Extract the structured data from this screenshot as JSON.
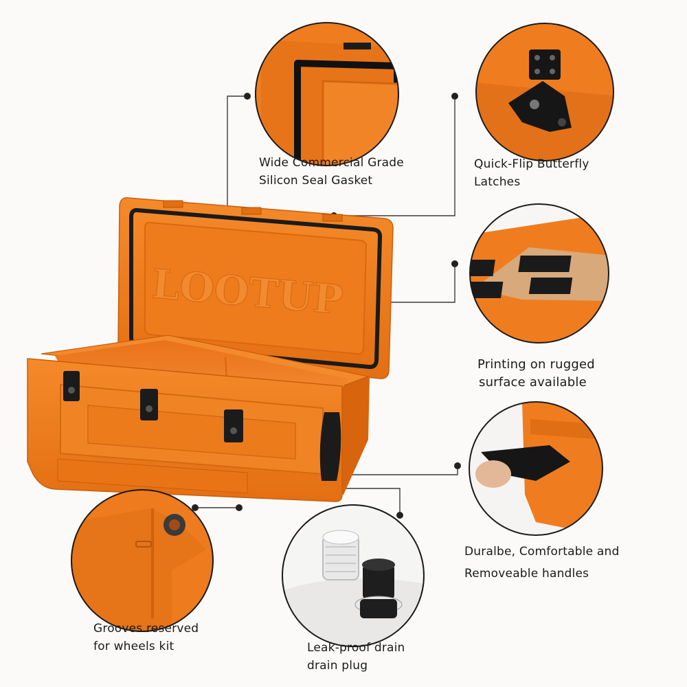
{
  "product": {
    "brand_embossed": "LOOTUP",
    "accent_color": "#f07f1f",
    "dark_color": "#1b1b1b",
    "background": "#fbfaf8"
  },
  "features": {
    "gasket": {
      "line1": "Wide Commercial Grade",
      "line2": "Silicon Seal Gasket"
    },
    "latches": {
      "line1": "Quick-Flip Butterfly",
      "line2": "Latches"
    },
    "print": {
      "line1": "Printing on rugged",
      "line2": "surface available"
    },
    "handles": {
      "line1": "Duralbe, Comfortable and",
      "line2": "Removeable handles"
    },
    "wheels": {
      "line1": "Grooves reserved",
      "line2": "for wheels kit"
    },
    "drain": {
      "line1": "Leak-proof drain",
      "line2": "drain plug"
    }
  }
}
